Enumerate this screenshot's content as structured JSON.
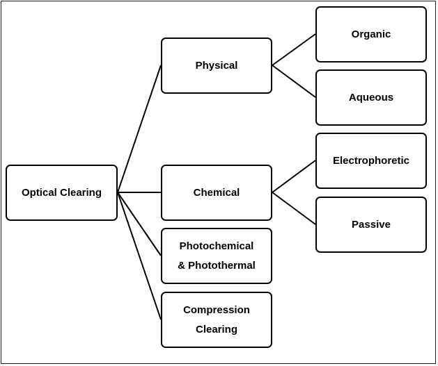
{
  "diagram": {
    "root": {
      "label": "Optical Clearing"
    },
    "branches": [
      {
        "label": "Physical",
        "children": [
          "Organic",
          "Aqueous"
        ]
      },
      {
        "label": "Chemical",
        "children": [
          "Electrophoretic",
          "Passive"
        ]
      },
      {
        "label_lines": [
          "Photochemical",
          "& Photothermal"
        ]
      },
      {
        "label_lines": [
          "Compression",
          "Clearing"
        ]
      }
    ]
  }
}
